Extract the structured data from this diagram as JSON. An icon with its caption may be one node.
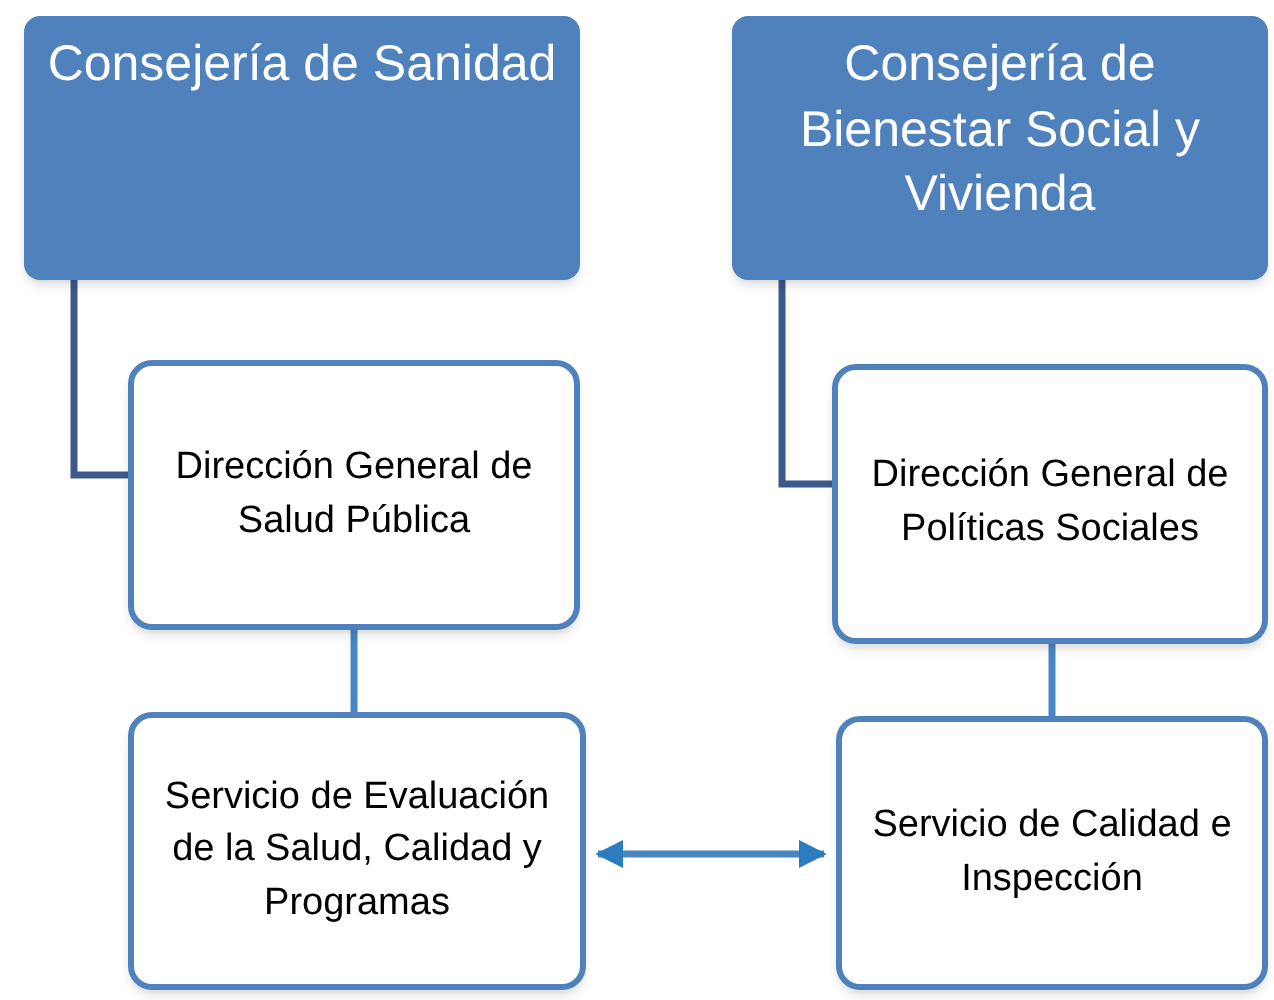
{
  "diagram": {
    "nodes": [
      {
        "text": [
          "Consejería de Sanidad"
        ]
      },
      {
        "text": [
          "Dirección General de Salud Pública"
        ]
      },
      {
        "text": [
          "Servicio de Evaluación de la Salud, Calidad y Programas"
        ]
      },
      {
        "text": [
          "Consejería de Bienestar Social y Vivienda"
        ]
      },
      {
        "text": [
          "Dirección General de Políticas Sociales"
        ]
      },
      {
        "text": [
          "Servicio de Calidad e Inspección"
        ]
      }
    ],
    "edges": [
      {
        "from": 0,
        "to": 1,
        "arrow": "none",
        "color": "#3c5a8e"
      },
      {
        "from": 1,
        "to": 2,
        "arrow": "none"
      },
      {
        "from": 3,
        "to": 4,
        "arrow": "none",
        "color": "#3c5a8e"
      },
      {
        "from": 4,
        "to": 5,
        "arrow": "none"
      },
      {
        "from": 2,
        "to": 5,
        "arrow": "both"
      }
    ]
  }
}
